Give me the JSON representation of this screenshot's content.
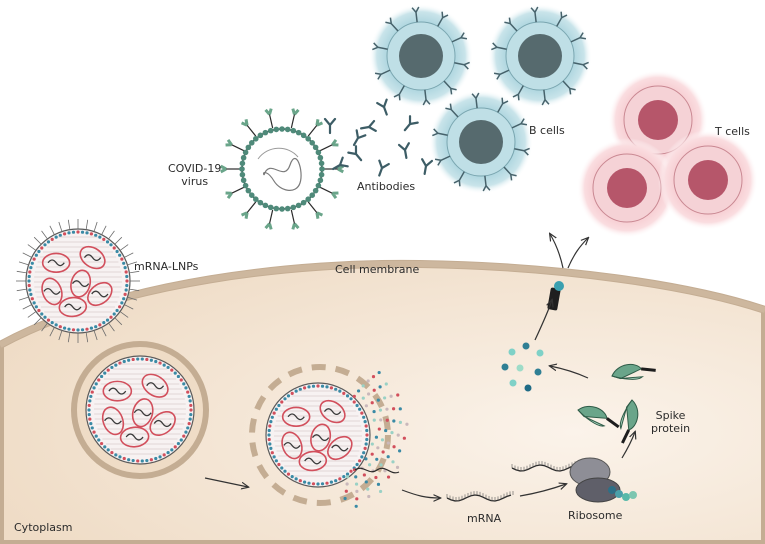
{
  "labels": {
    "virus": "COVID-19\nvirus",
    "antibodies": "Antibodies",
    "b_cells": "B cells",
    "t_cells": "T cells",
    "lnp": "mRNA-LNPs",
    "membrane": "Cell membrane",
    "spike": "Spike\nprotein",
    "ribosome": "Ribosome",
    "mrna": "mRNA",
    "cytoplasm": "Cytoplasm"
  },
  "colors": {
    "cell_fill": "#f1e3d3",
    "cell_stroke": "#c4ad93",
    "b_cell": "#a9d3dd",
    "b_nucleus": "#566a6e",
    "t_cell": "#f3c2c8",
    "t_nucleus": "#b6566a",
    "spike": "#6aa58a",
    "lipid_red": "#d24f5c",
    "lipid_blue": "#3a8aa5"
  }
}
